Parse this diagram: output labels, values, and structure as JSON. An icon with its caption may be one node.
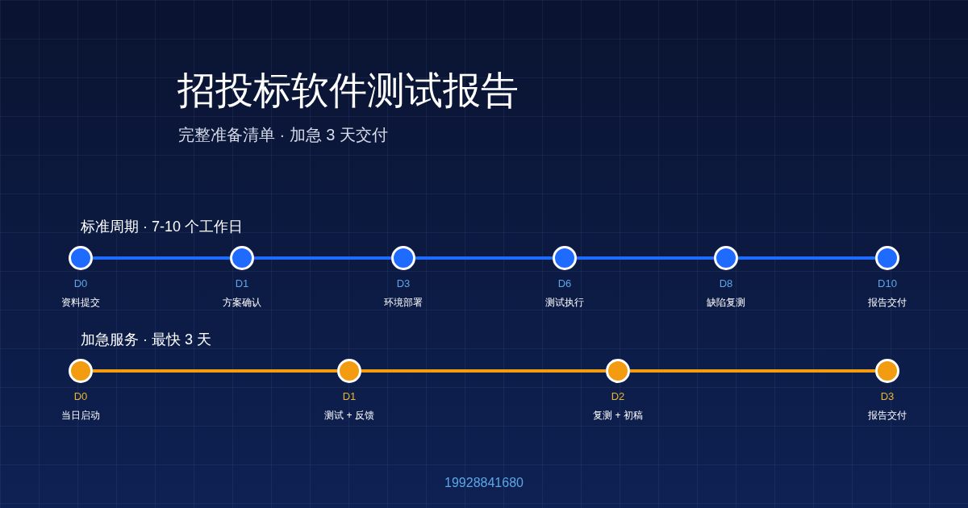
{
  "diagram": {
    "title": "招投标软件测试报告",
    "nodes": [
      {
        "text": [],
        "shape": "circle",
        "beside": [
          "D0",
          "资料提交"
        ]
      },
      {
        "text": [],
        "shape": "circle",
        "beside": [
          "D1",
          "方案确认"
        ]
      },
      {
        "text": [],
        "shape": "circle",
        "beside": [
          "D3",
          "环境部署"
        ]
      },
      {
        "text": [],
        "shape": "circle",
        "beside": [
          "D6",
          "测试执行"
        ]
      },
      {
        "text": [],
        "shape": "circle",
        "beside": [
          "D8",
          "缺陷复测"
        ]
      },
      {
        "text": [],
        "shape": "circle",
        "beside": [
          "D10",
          "报告交付"
        ]
      },
      {
        "text": [],
        "shape": "circle",
        "beside": [
          "D0",
          "当日启动"
        ]
      },
      {
        "text": [],
        "shape": "circle",
        "beside": [
          "D1",
          "测试 + 反馈"
        ]
      },
      {
        "text": [],
        "shape": "circle",
        "beside": [
          "D2",
          "复测 + 初稿"
        ]
      },
      {
        "text": [],
        "shape": "circle",
        "beside": [
          "D3",
          "报告交付"
        ]
      }
    ],
    "edges": [
      {
        "from": 0,
        "to": 1,
        "arrow": "none"
      },
      {
        "from": 1,
        "to": 2,
        "arrow": "none"
      },
      {
        "from": 2,
        "to": 3,
        "arrow": "none"
      },
      {
        "from": 3,
        "to": 4,
        "arrow": "none"
      },
      {
        "from": 4,
        "to": 5,
        "arrow": "none"
      },
      {
        "from": 6,
        "to": 7,
        "arrow": "none",
        "color": "#f39c12"
      },
      {
        "from": 7,
        "to": 8,
        "arrow": "none",
        "color": "#f39c12"
      },
      {
        "from": 8,
        "to": 9,
        "arrow": "none",
        "color": "#f39c12"
      }
    ],
    "labels": [
      "完整准备清单 · 加急 3 天交付",
      "标准周期 · 7-10 个工作日",
      "加急服务 · 最快 3 天",
      "19928841680"
    ]
  }
}
